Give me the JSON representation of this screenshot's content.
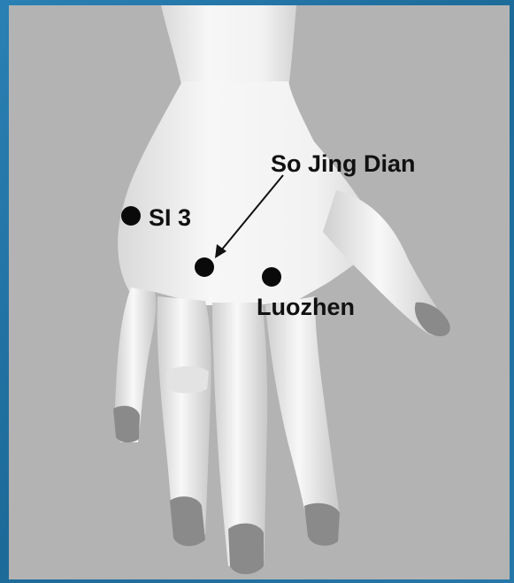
{
  "points": {
    "si3": "SI 3",
    "so_jing_dian": "So Jing Dian",
    "luozhen": "Luozhen"
  },
  "colors": {
    "frame": "#1f6e9c",
    "panel": "#b3b3b3",
    "skin": "#f4f4f4",
    "nail": "#8a8a8a",
    "marker": "#0a0a0a"
  }
}
